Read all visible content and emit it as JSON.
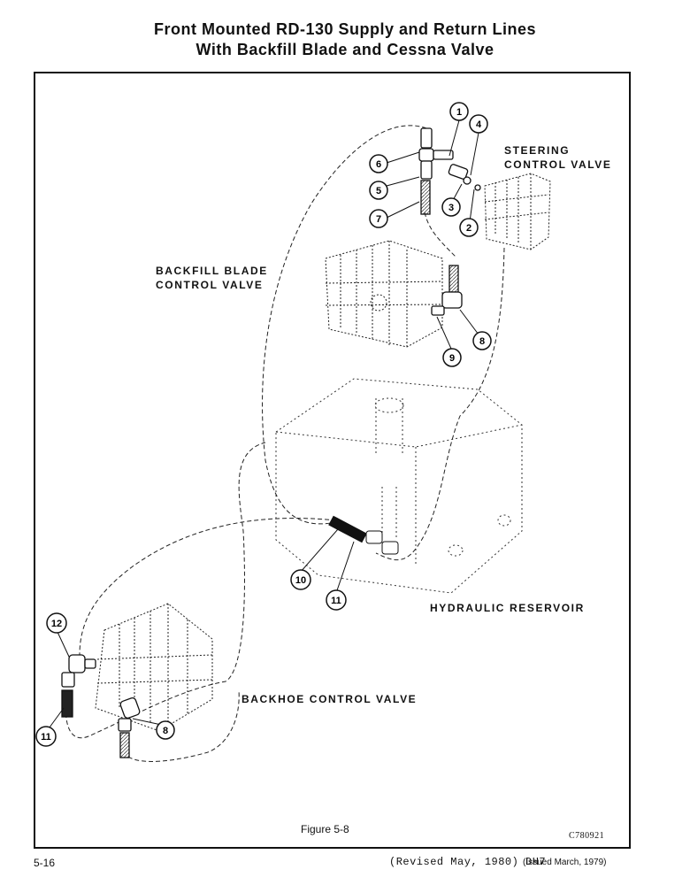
{
  "title": {
    "line1": "Front Mounted RD-130 Supply and Return Lines",
    "line2": "With Backfill Blade and Cessna Valve"
  },
  "labels": {
    "steering_line1": "STEERING",
    "steering_line2": "CONTROL VALVE",
    "backfill_line1": "BACKFILL BLADE",
    "backfill_line2": "CONTROL VALVE",
    "reservoir": "HYDRAULIC RESERVOIR",
    "backhoe": "BACKHOE CONTROL VALVE"
  },
  "callouts": {
    "c1": "1",
    "c2": "2",
    "c3": "3",
    "c4": "4",
    "c5": "5",
    "c6": "6",
    "c7": "7",
    "c8a": "8",
    "c8b": "8",
    "c9": "9",
    "c10": "10",
    "c11a": "11",
    "c11b": "11",
    "c12": "12"
  },
  "figure_caption": "Figure 5-8",
  "drawing_number": "C780921",
  "footer": {
    "page_number": "5-16",
    "revised": "(Revised May, 1980) DH7",
    "issued": "(Issued March, 1979)"
  }
}
